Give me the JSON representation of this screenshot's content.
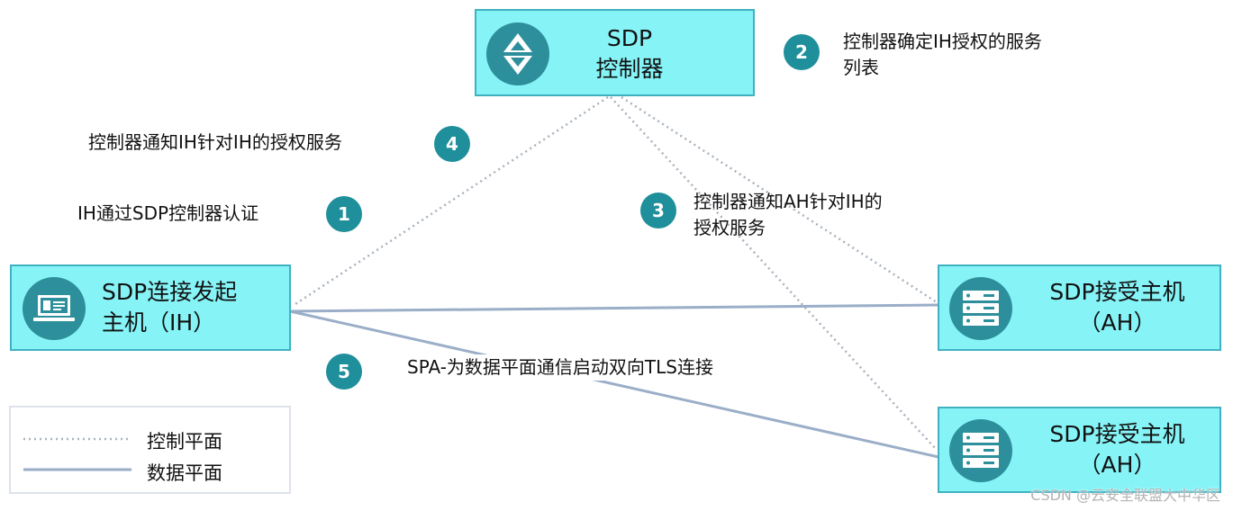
{
  "controller": {
    "label_line1": "SDP",
    "label_line2": "控制器"
  },
  "initiator": {
    "label_line1": "SDP连接发起",
    "label_line2": "主机（IH）"
  },
  "acceptor_top": {
    "label_line1": "SDP接受主机",
    "label_line2": "（AH）"
  },
  "acceptor_bottom": {
    "label_line1": "SDP接受主机",
    "label_line2": "（AH）"
  },
  "steps": [
    {
      "number": "1",
      "text": "IH通过SDP控制器认证"
    },
    {
      "number": "2",
      "text_line1": "控制器确定IH授权的服务",
      "text_line2": "列表"
    },
    {
      "number": "3",
      "text_line1": "控制器通知AH针对IH的",
      "text_line2": "授权服务"
    },
    {
      "number": "4",
      "text": "控制器通知IH针对IH的授权服务"
    },
    {
      "number": "5",
      "text": "SPA-为数据平面通信启动双向TLS连接"
    }
  ],
  "legend": {
    "control_plane": "控制平面",
    "data_plane": "数据平面"
  },
  "watermark": "CSDN @云安全联盟大中华区",
  "colors": {
    "node_fill": "#86f4f7",
    "node_border": "#41b1c2",
    "badge": "#2d8f9b",
    "step_badge": "#1f8f9b",
    "control_line": "#a9b2bd",
    "data_line": "#9aaec8"
  }
}
